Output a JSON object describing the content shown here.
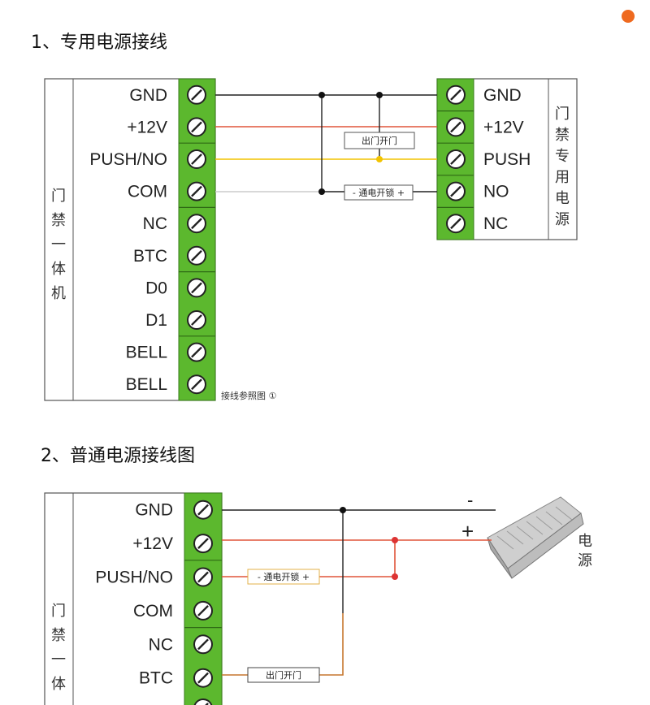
{
  "section1": {
    "heading": "1、专用电源接线",
    "device": {
      "vertical_label": [
        "门",
        "禁",
        "一",
        "体",
        "机"
      ],
      "terminals": [
        "GND",
        "+12V",
        "PUSH/NO",
        "COM",
        "NC",
        "BTC",
        "D0",
        "D1",
        "BELL",
        "BELL"
      ]
    },
    "power": {
      "vertical_label": [
        "门",
        "禁",
        "专",
        "用",
        "电",
        "源"
      ],
      "terminals": [
        "GND",
        "+12V",
        "PUSH",
        "NO",
        "NC"
      ]
    },
    "labels": {
      "exit_button": "出门开门",
      "lock": "- 通电开锁 +",
      "ref": "接线参照图 ①"
    }
  },
  "section2": {
    "heading": "2、普通电源接线图",
    "device": {
      "vertical_label": [
        "门",
        "禁",
        "一",
        "体"
      ],
      "terminals": [
        "GND",
        "+12V",
        "PUSH/NO",
        "COM",
        "NC",
        "BTC"
      ]
    },
    "power": {
      "vertical_label": [
        "电",
        "源"
      ],
      "minus": "-",
      "plus": "+"
    },
    "labels": {
      "lock": "- 通电开锁 +",
      "exit_button": "出门开门"
    }
  },
  "colors": {
    "terminal_green": "#5cb82e",
    "gnd_wire": "#222222",
    "v12_wire": "#e0553a",
    "push_wire": "#f2c300",
    "com_wire": "#cccccc",
    "btc_wire": "#c6772e",
    "badge": "#ef6a1f"
  }
}
